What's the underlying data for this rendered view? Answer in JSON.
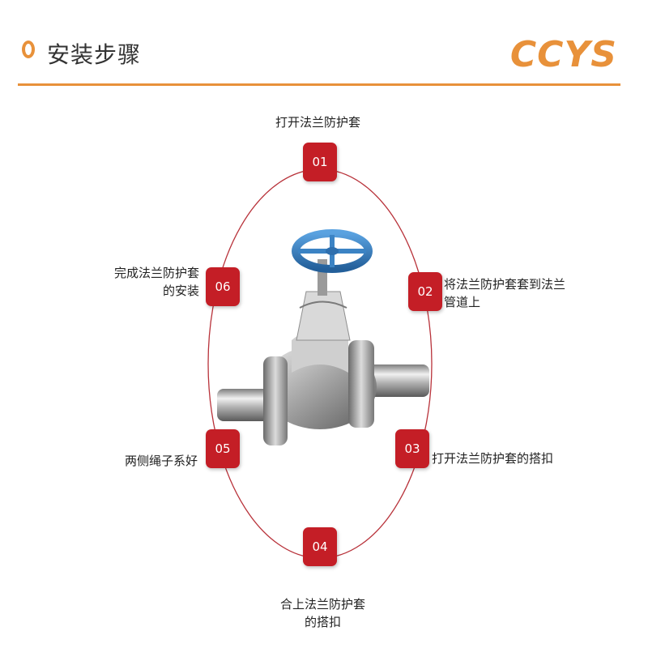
{
  "header": {
    "title": "安装步骤",
    "logo": "CCYS"
  },
  "colors": {
    "accent": "#e8913a",
    "badge": "#c41e26",
    "ring": "#b8323a",
    "valve_wheel": "#3b83c4"
  },
  "steps": [
    {
      "number": "01",
      "label": "打开法兰防护套"
    },
    {
      "number": "02",
      "label": "将法兰防护套套到法兰",
      "label2": "管道上"
    },
    {
      "number": "03",
      "label": "打开法兰防护套的搭扣"
    },
    {
      "number": "04",
      "label": "合上法兰防护套",
      "label2": "的搭扣"
    },
    {
      "number": "05",
      "label": "两侧绳子系好"
    },
    {
      "number": "06",
      "label": "完成法兰防护套",
      "label2": "的安装"
    }
  ]
}
